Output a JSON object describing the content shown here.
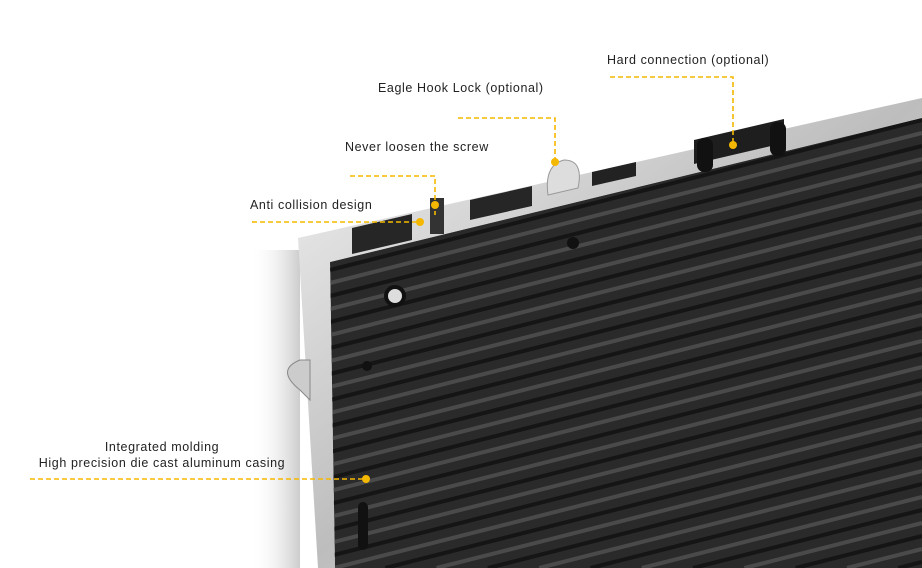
{
  "accent_color": "#f5b800",
  "callouts": {
    "hard_connection": "Hard connection (optional)",
    "eagle_hook": "Eagle Hook Lock (optional)",
    "screw": "Never loosen the screw",
    "anti_collision": "Anti collision design",
    "molding_line1": "Integrated molding",
    "molding_line2": "High precision die cast aluminum casing"
  }
}
